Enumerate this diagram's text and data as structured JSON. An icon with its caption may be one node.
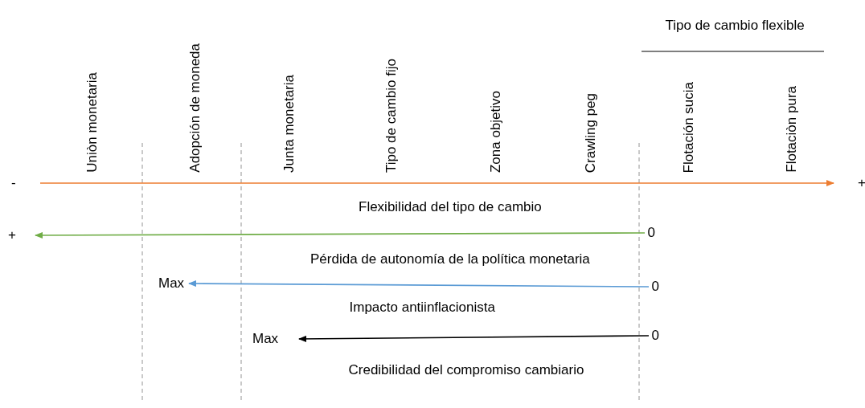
{
  "diagram": {
    "nodes": [
      {
        "text": [
          "-"
        ]
      },
      {
        "text": [
          "+"
        ]
      },
      {
        "text": [
          "+"
        ]
      },
      {
        "text": [
          "0"
        ]
      },
      {
        "text": [
          "Max"
        ]
      },
      {
        "text": [
          "0"
        ]
      },
      {
        "text": [
          "Max"
        ]
      },
      {
        "text": [
          "0"
        ]
      }
    ],
    "edges": [
      {
        "from": 0,
        "to": 1,
        "arrow": "to",
        "label": "Flexibilidad del tipo de cambio",
        "color": "#ed7d31"
      },
      {
        "from": 3,
        "to": 2,
        "arrow": "to",
        "label": "Pérdida de autonomía de la política monetaria",
        "color": "#70ad47"
      },
      {
        "from": 5,
        "to": 4,
        "arrow": "to",
        "label": "Impacto antiinflacionista",
        "color": "#5b9bd5"
      },
      {
        "from": 7,
        "to": 6,
        "arrow": "to",
        "label": "Credibilidad del compromiso cambiario",
        "color": "#000000"
      }
    ],
    "labels": [
      "Tipo de cambio flexible",
      "Uniòn monetaria",
      "Adopción de moneda",
      "Junta monetaria",
      "Tipo de cambio fijo",
      "Zona objetivo",
      "Crawling peg",
      "Flotación sucia",
      "Flotaciòn pura"
    ]
  }
}
